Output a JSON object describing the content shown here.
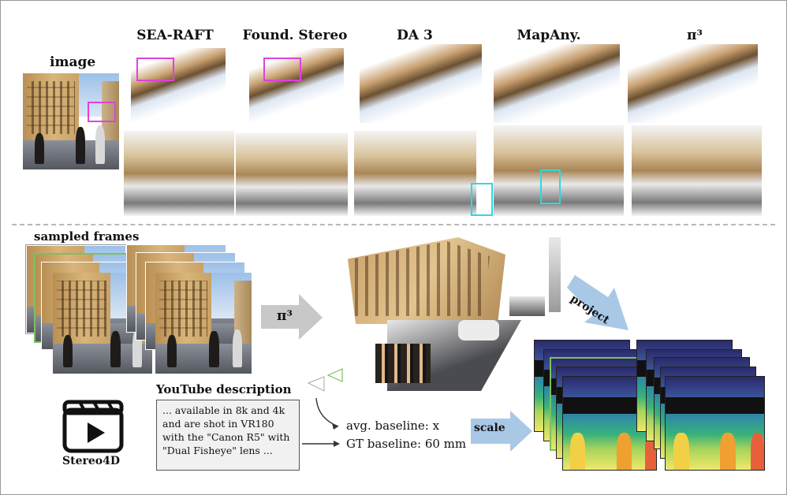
{
  "labels": {
    "image": "image",
    "sampled_frames": "sampled frames",
    "youtube_description": "YouTube description",
    "stereo4d": "Stereo4D",
    "pi3_arrow": "π³",
    "project": "project",
    "scale": "scale",
    "avg_baseline": "avg. baseline: x",
    "gt_baseline": "GT baseline: 60 mm"
  },
  "methods": [
    "SEA-RAFT",
    "Found. Stereo",
    "DA 3",
    "MapAny.",
    "π³"
  ],
  "description_text": "... available in 8k and 4k and are shot in VR180 with the \"Canon R5\" with \"Dual Fisheye\" lens ...",
  "colors": {
    "highlight_magenta": "#e040e0",
    "highlight_cyan": "#30d8e0",
    "arrow_gray": "#c8c8c8",
    "arrow_blue": "#a9c8e6",
    "frame_green": "#7cc060"
  },
  "icons": [
    "clapperboard-icon"
  ]
}
